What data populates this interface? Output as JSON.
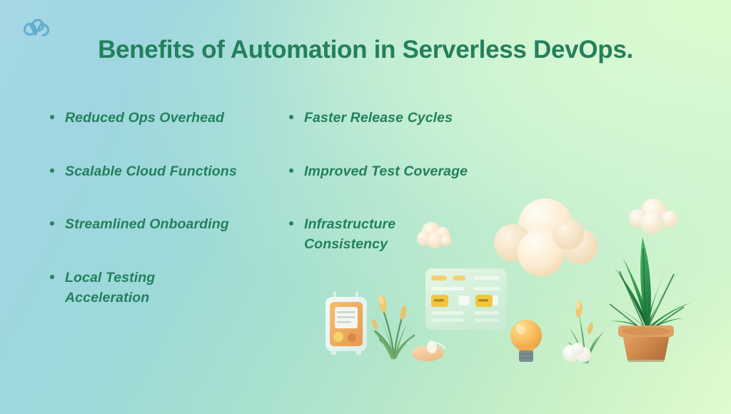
{
  "slide": {
    "title": "Benefits of Automation in Serverless DevOps.",
    "logo_icon": "cloud-logo-icon",
    "background": {
      "from": "#a6d7e6",
      "mid": "#a6e0cf",
      "to": "#e0fbcd"
    },
    "text_color": "#23805c",
    "bullet_color": "#2a7f60"
  },
  "bullets": {
    "left": [
      {
        "label": "Reduced Ops Overhead"
      },
      {
        "label": "Scalable Cloud Functions"
      },
      {
        "label": "Streamlined Onboarding"
      },
      {
        "label": "Local Testing Acceleration"
      }
    ],
    "right": [
      {
        "label": "Faster Release Cycles"
      },
      {
        "label": "Improved Test Coverage"
      },
      {
        "label": "Infrastructure Consistency"
      }
    ]
  },
  "illustration": {
    "items": [
      {
        "name": "orange-radio-device-icon",
        "color": "#f0a95e"
      },
      {
        "name": "wheat-grass-left-icon",
        "color": "#4f9e63"
      },
      {
        "name": "small-stone-icon",
        "color": "#f3c089"
      },
      {
        "name": "server-panel-card-icon",
        "color": "#d9efdd"
      },
      {
        "name": "small-cloud-icon",
        "color": "#f7e3c8"
      },
      {
        "name": "big-cloud-icon",
        "color": "#fbe6c6"
      },
      {
        "name": "lightbulb-icon",
        "color": "#f5b455"
      },
      {
        "name": "wheat-grass-right-icon",
        "color": "#4f9e63"
      },
      {
        "name": "white-pebble-cloud-icon",
        "color": "#f4f2e6"
      },
      {
        "name": "top-right-cloud-icon",
        "color": "#f7e6cc"
      },
      {
        "name": "potted-plant-icon",
        "color": "#2f8f4e"
      },
      {
        "name": "terracotta-pot-icon",
        "color": "#d79155"
      }
    ]
  }
}
